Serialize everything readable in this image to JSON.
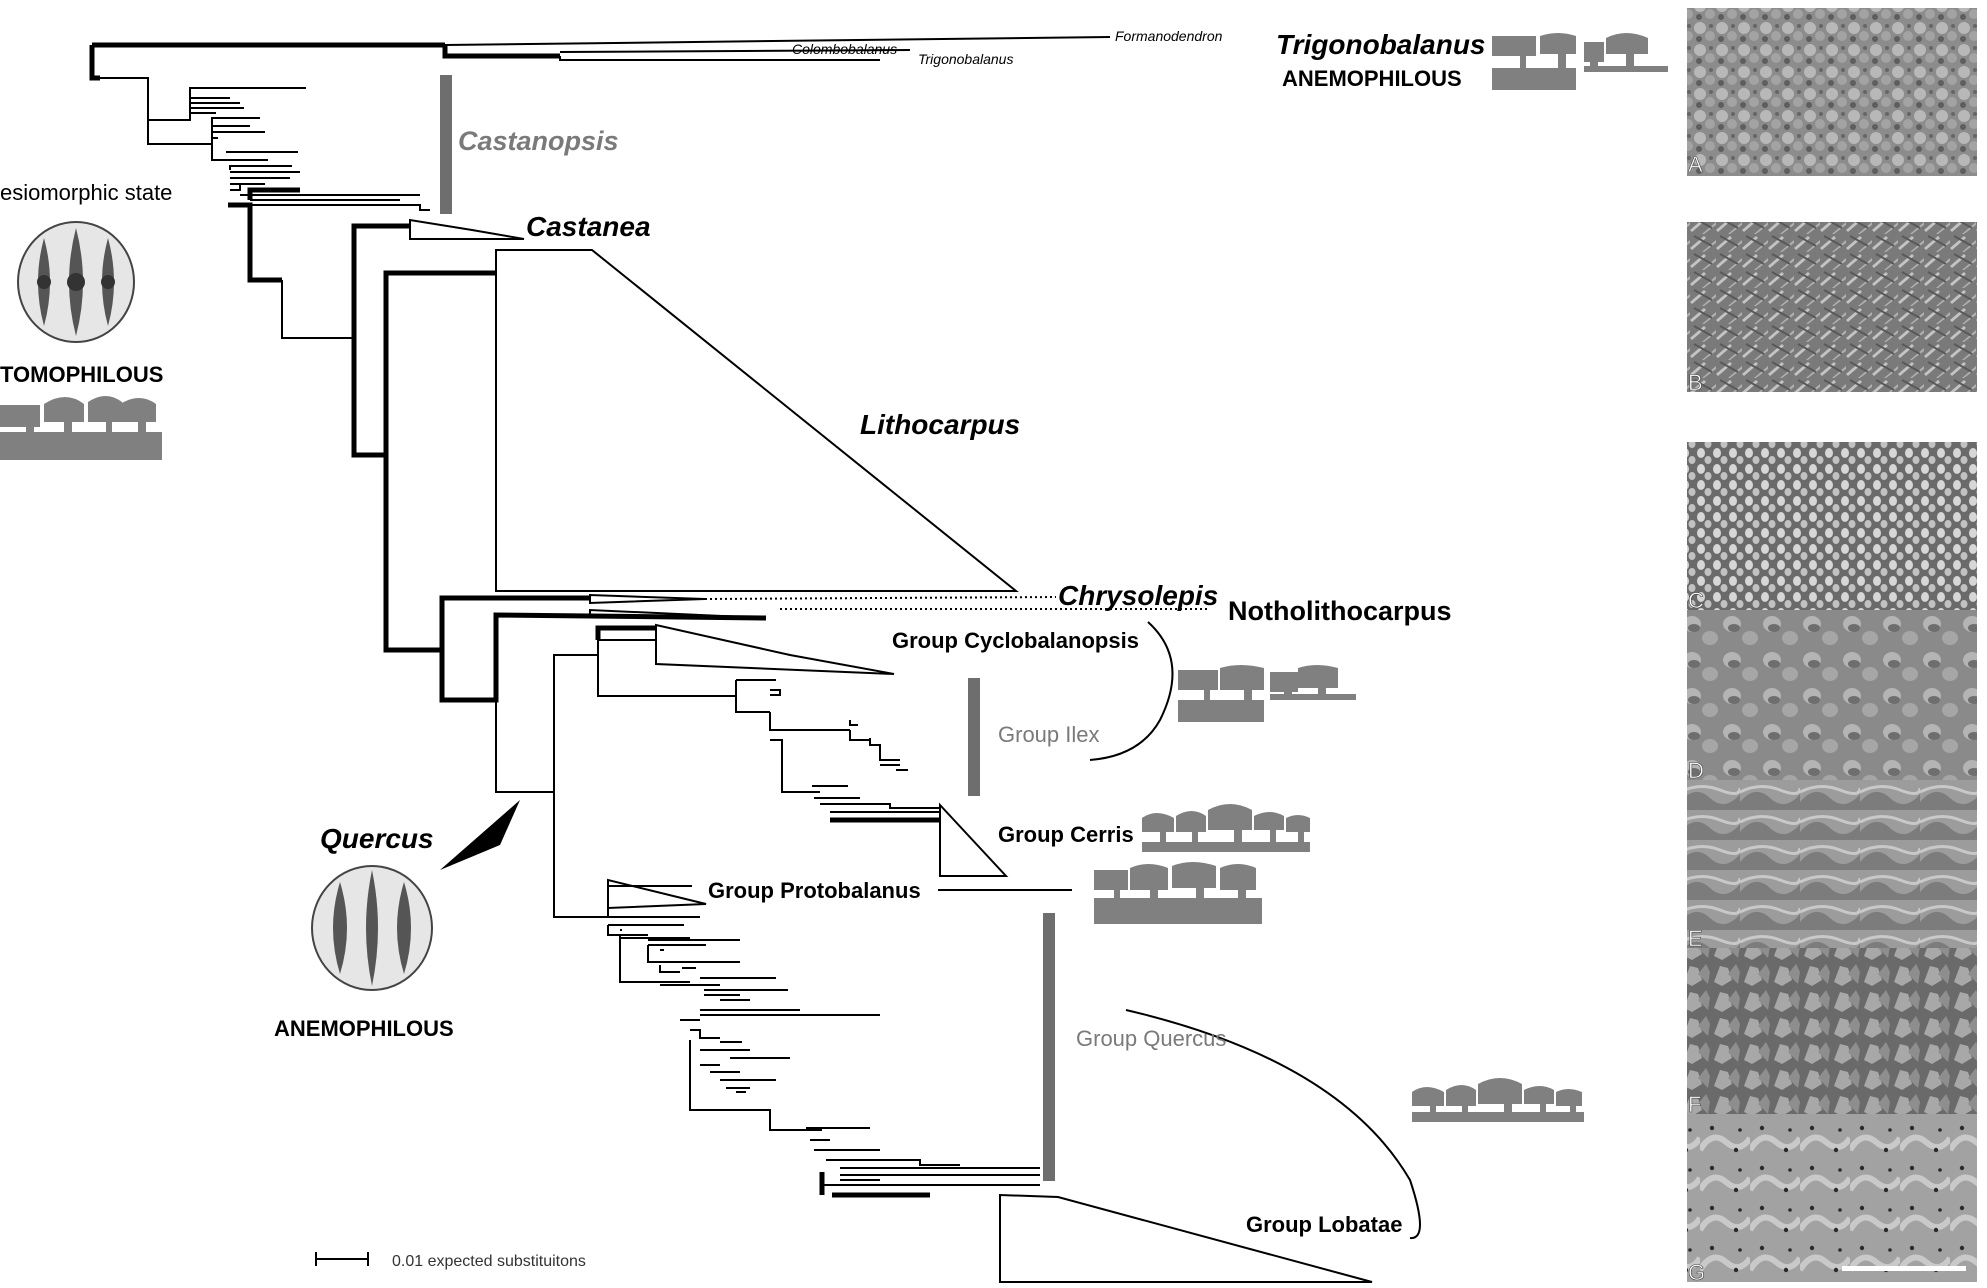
{
  "taxa": {
    "formanodendron": "Formanodendron",
    "colombobalanus": "Colombobalanus",
    "trigonobalanus_tip": "Trigonobalanus",
    "castanopsis": "Castanopsis",
    "castanea": "Castanea",
    "lithocarpus": "Lithocarpus",
    "chrysolepis": "Chrysolepis",
    "notholithocarpus": "Notholithocarpus",
    "quercus": "Quercus"
  },
  "groups": {
    "cyclobalanopsis": "Group Cyclobalanopsis",
    "ilex": "Group Ilex",
    "cerris": "Group Cerris",
    "protobalanus": "Group Protobalanus",
    "quercus": "Group Quercus",
    "lobatae": "Group Lobatae"
  },
  "annotations": {
    "trigonobalanus_heading": "Trigonobalanus",
    "trigonobalanus_mode": "ANEMOPHILOUS",
    "plesiomorphic_state": "esiomorphic state",
    "entomophilous": "TOMOPHILOUS",
    "quercus_mode": "ANEMOPHILOUS"
  },
  "scale_bar": {
    "label": "0.01 expected substituitons"
  },
  "sem_panels": [
    "A",
    "B",
    "C",
    "D",
    "E",
    "F",
    "G"
  ],
  "colors": {
    "line": "#000000",
    "grey_bar": "#6e6e6e",
    "grey_text": "#7a7a7a",
    "silhouette": "#808080"
  }
}
